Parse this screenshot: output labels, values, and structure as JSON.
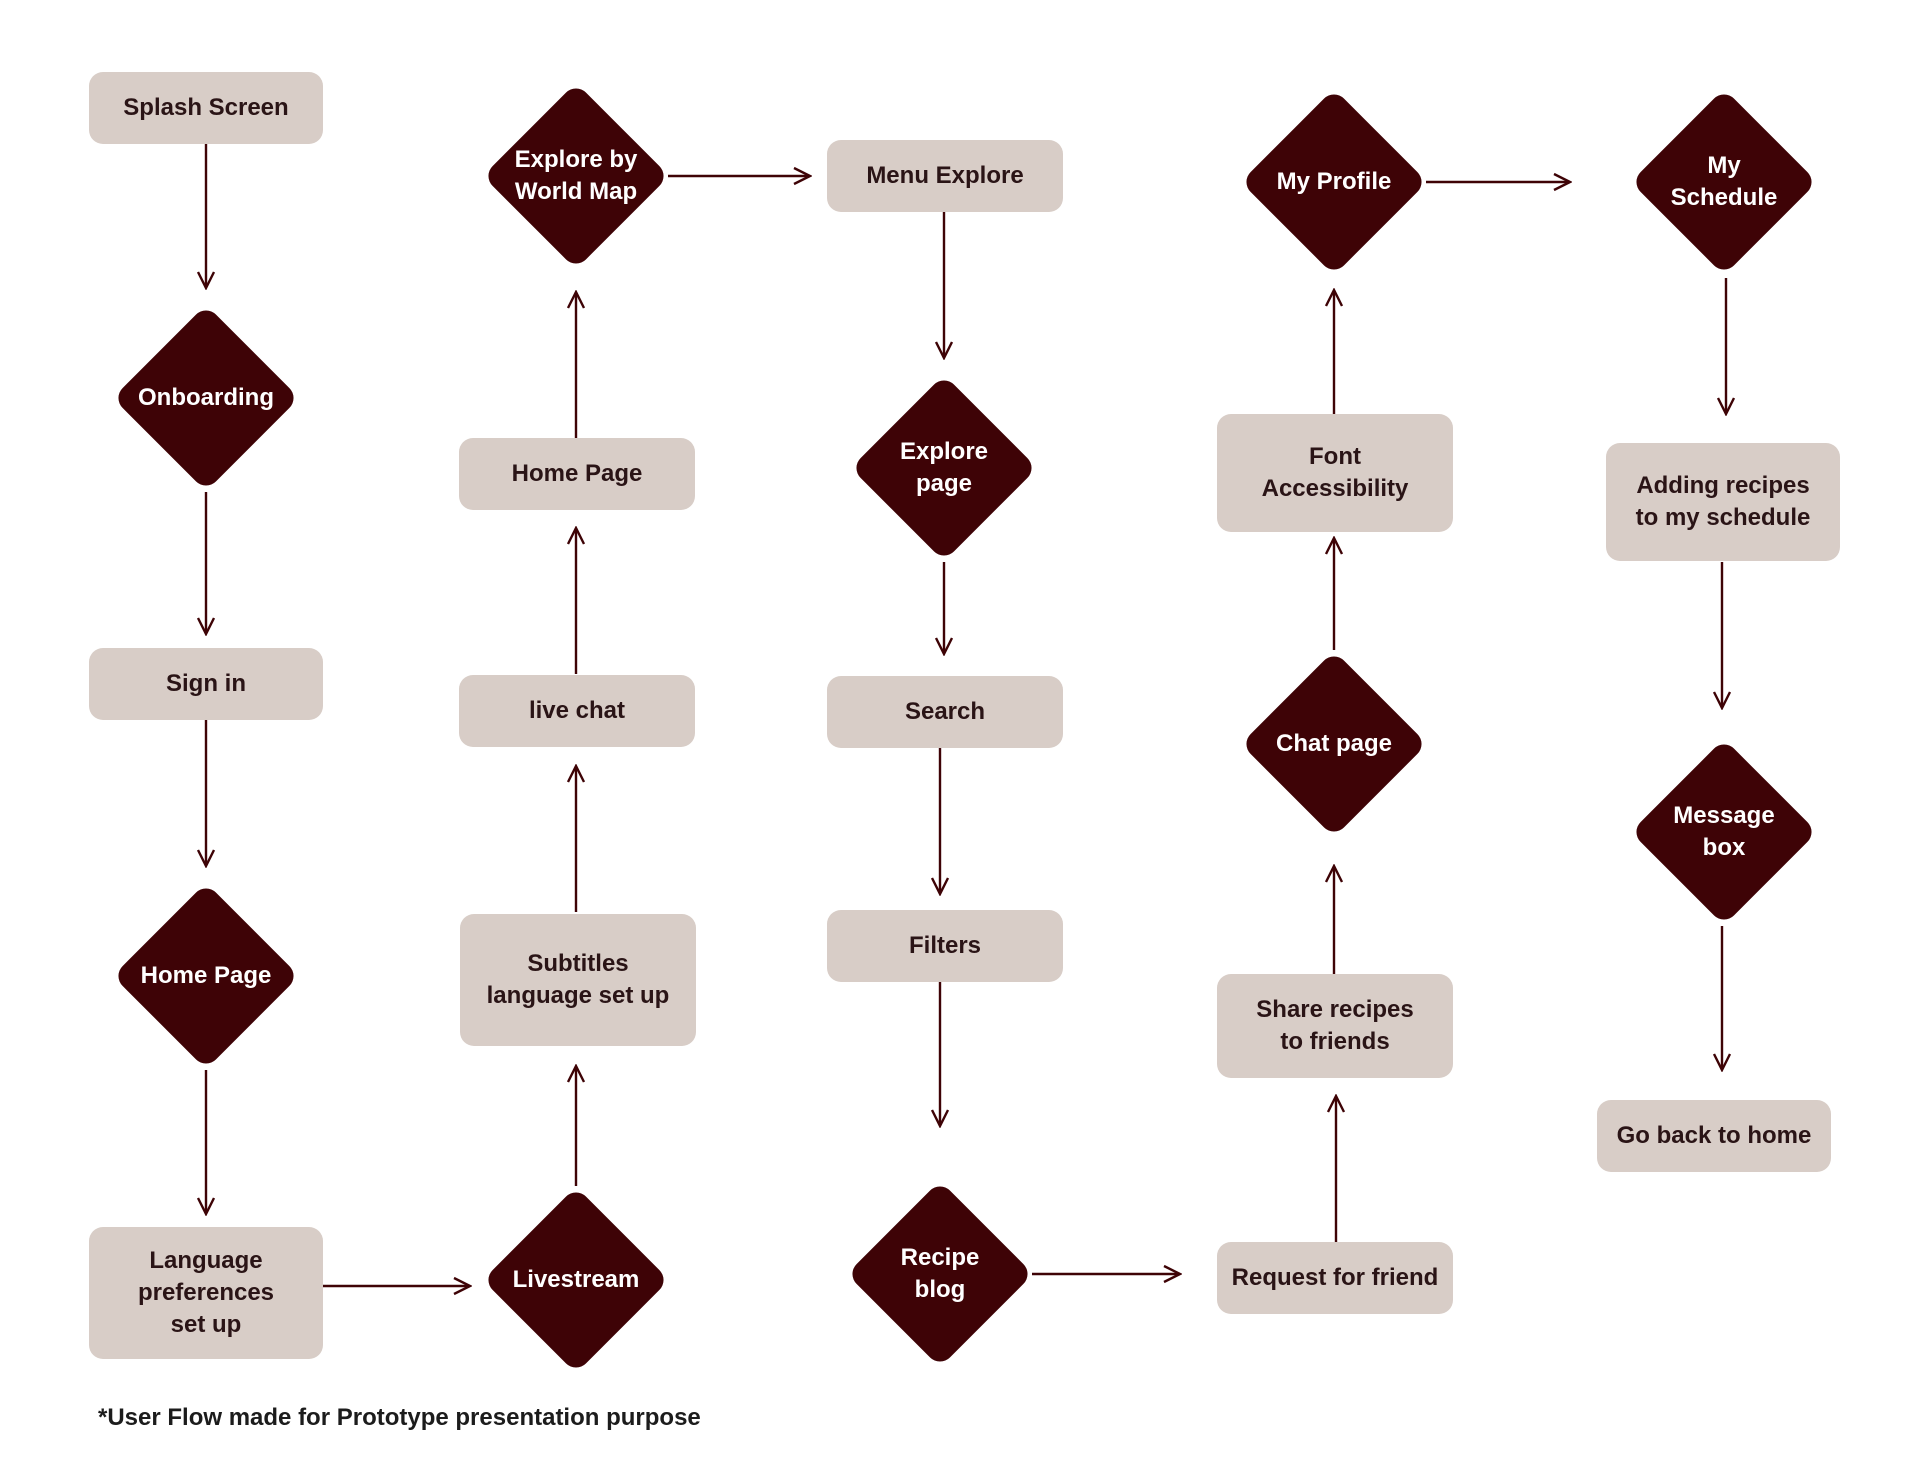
{
  "nodes": {
    "splash": "Splash Screen",
    "onboarding": "Onboarding",
    "sign_in": "Sign in",
    "home_page_1": "Home Page",
    "language_prefs": "Language\npreferences\nset up",
    "livestream": "Livestream",
    "subtitles": "Subtitles\nlanguage set up",
    "live_chat": "live chat",
    "home_page_2": "Home Page",
    "explore_world_map": "Explore by\nWorld Map",
    "menu_explore": "Menu Explore",
    "explore_page": "Explore\npage",
    "search": "Search",
    "filters": "Filters",
    "recipe_blog": "Recipe blog",
    "request_friend": "Request for friend",
    "share_recipes": "Share recipes\nto friends",
    "chat_page": "Chat page",
    "font_accessibility": "Font\nAccessibility",
    "my_profile": "My Profile",
    "my_schedule": "My Schedule",
    "adding_recipes": "Adding recipes\nto my schedule",
    "message_box": "Message\nbox",
    "go_back_home": "Go back to home"
  },
  "footnote": "*User Flow made for Prototype presentation purpose",
  "colors": {
    "diamond": "#3e0306",
    "box": "#d8cdc7",
    "arrow": "#3e0306",
    "box_text": "#2a1416",
    "diamond_text": "#ffffff"
  }
}
